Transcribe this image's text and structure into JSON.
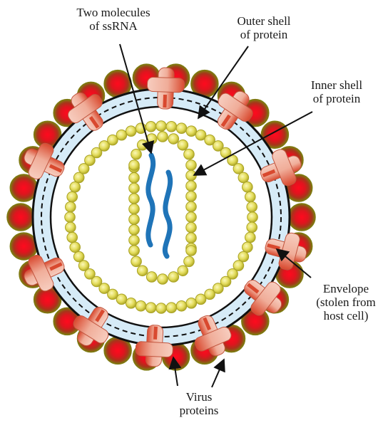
{
  "labels": {
    "ssrna": {
      "line1": "Two molecules",
      "line2": "of ssRNA"
    },
    "outer_shell": {
      "line1": "Outer shell",
      "line2": "of protein"
    },
    "inner_shell": {
      "line1": "Inner shell",
      "line2": "of protein"
    },
    "envelope": {
      "line1": "Envelope",
      "line2": "(stolen from",
      "line3": "host cell)"
    },
    "virus_proteins": {
      "line1": "Virus",
      "line2": "proteins"
    }
  },
  "colors": {
    "envelope_fill": "#d6ebf7",
    "membrane_line": "#111111",
    "bead_fill": "#e6e26a",
    "bead_stroke": "#b3ad2a",
    "rna": "#1f74b8",
    "spike_fill": "#f2b8a6",
    "spike_core": "#d85a43",
    "protein_ball_outer": "#8c8c10",
    "protein_ball_inner": "#e01020"
  }
}
